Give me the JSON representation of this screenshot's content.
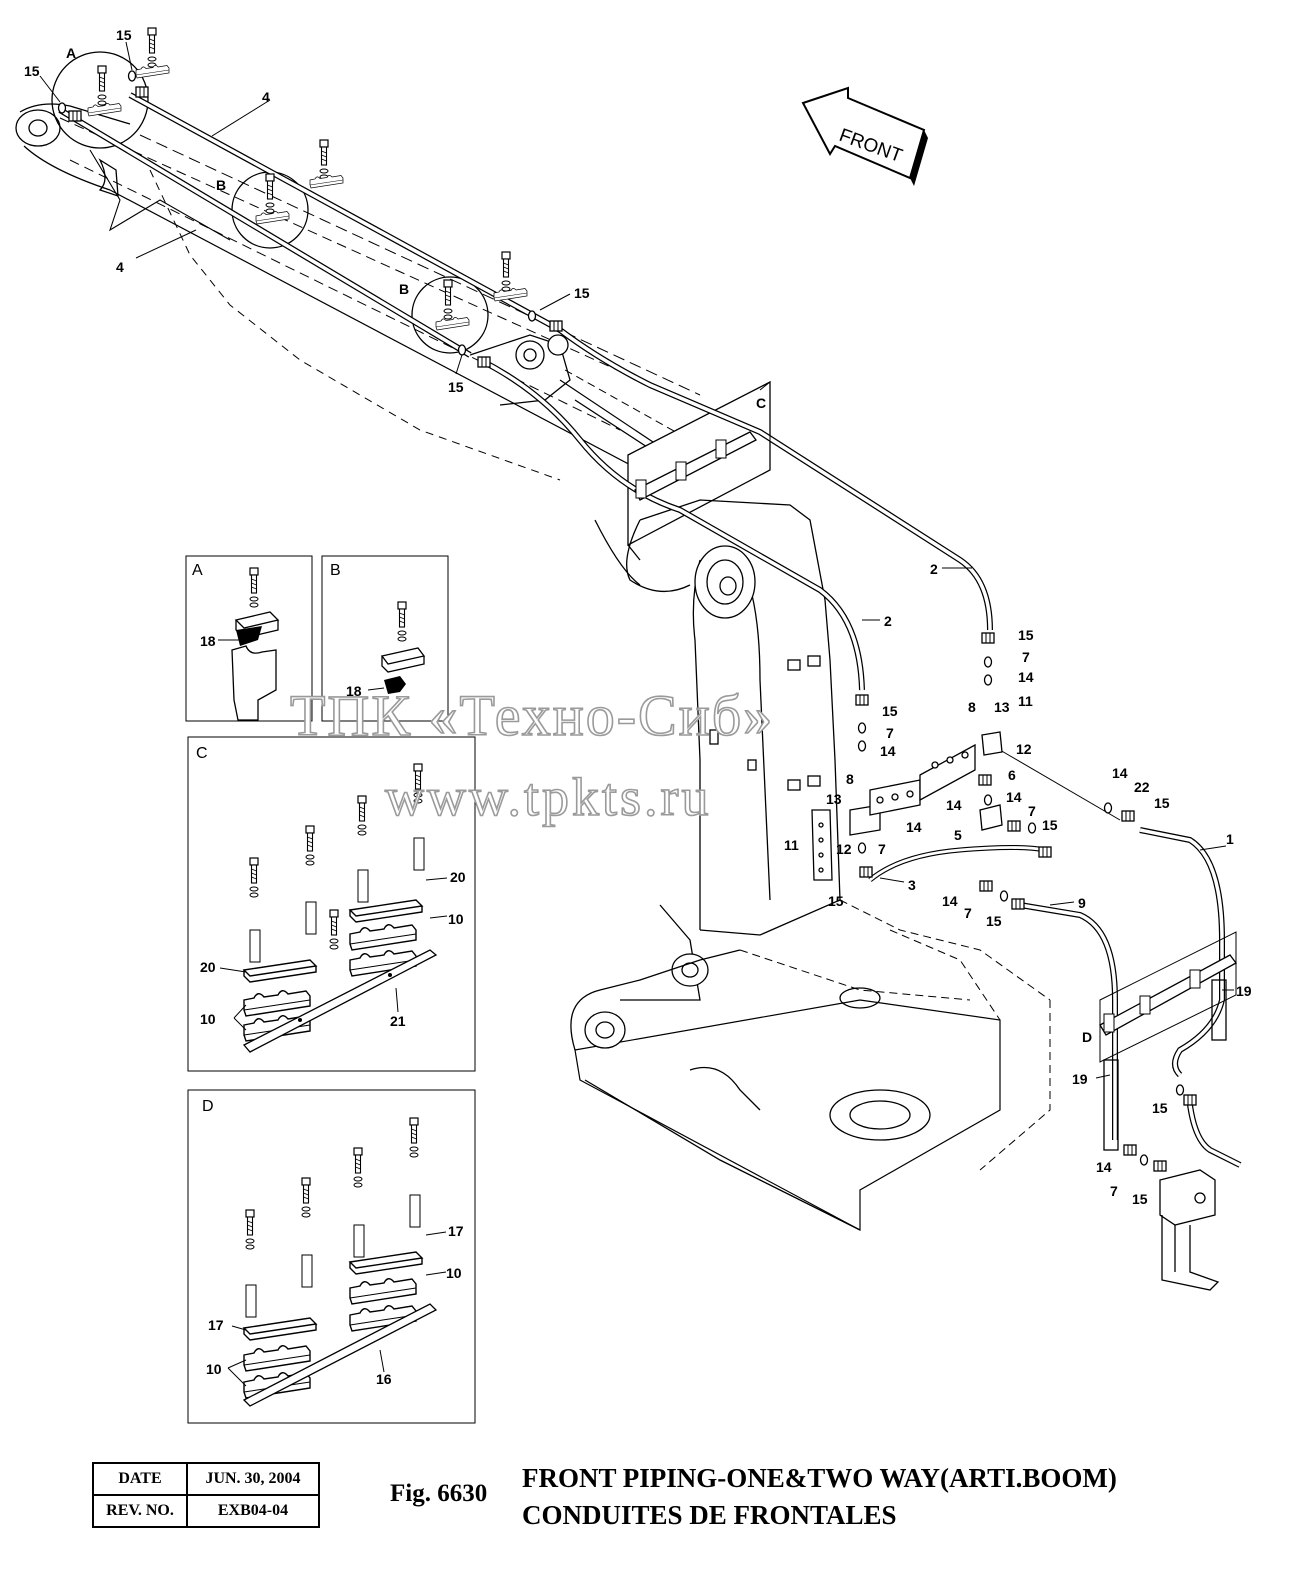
{
  "direction_arrow": {
    "label": "FRONT"
  },
  "watermark": {
    "line1": "ТПК «Техно-Сиб»",
    "line2": "www.tpkts.ru"
  },
  "detail_insets": [
    "A",
    "B",
    "C",
    "D"
  ],
  "main_view_letters": {
    "a": "A",
    "b1": "B",
    "b2": "B",
    "c": "C",
    "d": "D"
  },
  "callouts": {
    "c1": "1",
    "c2a": "2",
    "c2b": "2",
    "c3": "3",
    "c4a": "4",
    "c4b": "4",
    "c5": "5",
    "c6": "6",
    "c7a": "7",
    "c7b": "7",
    "c7c": "7",
    "c7d": "7",
    "c7e": "7",
    "c7f": "7",
    "c8a": "8",
    "c8b": "8",
    "c9": "9",
    "c10a": "10",
    "c10b": "10",
    "c10c": "10",
    "c10d": "10",
    "c11a": "11",
    "c11b": "11",
    "c12a": "12",
    "c12b": "12",
    "c13a": "13",
    "c13b": "13",
    "c14a": "14",
    "c14b": "14",
    "c14c": "14",
    "c14d": "14",
    "c14e": "14",
    "c14f": "14",
    "c14g": "14",
    "c14h": "14",
    "c15a": "15",
    "c15b": "15",
    "c15c": "15",
    "c15d": "15",
    "c15e": "15",
    "c15f": "15",
    "c15g": "15",
    "c15h": "15",
    "c15i": "15",
    "c15j": "15",
    "c15k": "15",
    "c15l": "15",
    "c16": "16",
    "c17a": "17",
    "c17b": "17",
    "c18a": "18",
    "c18b": "18",
    "c19a": "19",
    "c19b": "19",
    "c20a": "20",
    "c20b": "20",
    "c21": "21",
    "c22": "22"
  },
  "title_block": {
    "date_label": "DATE",
    "date_value": "JUN. 30, 2004",
    "rev_label": "REV. NO.",
    "rev_value": "EXB04-04",
    "fig_number": "Fig. 6630",
    "title_en": "FRONT PIPING-ONE&TWO WAY(ARTI.BOOM)",
    "title_fr": "CONDUITES DE FRONTALES"
  }
}
